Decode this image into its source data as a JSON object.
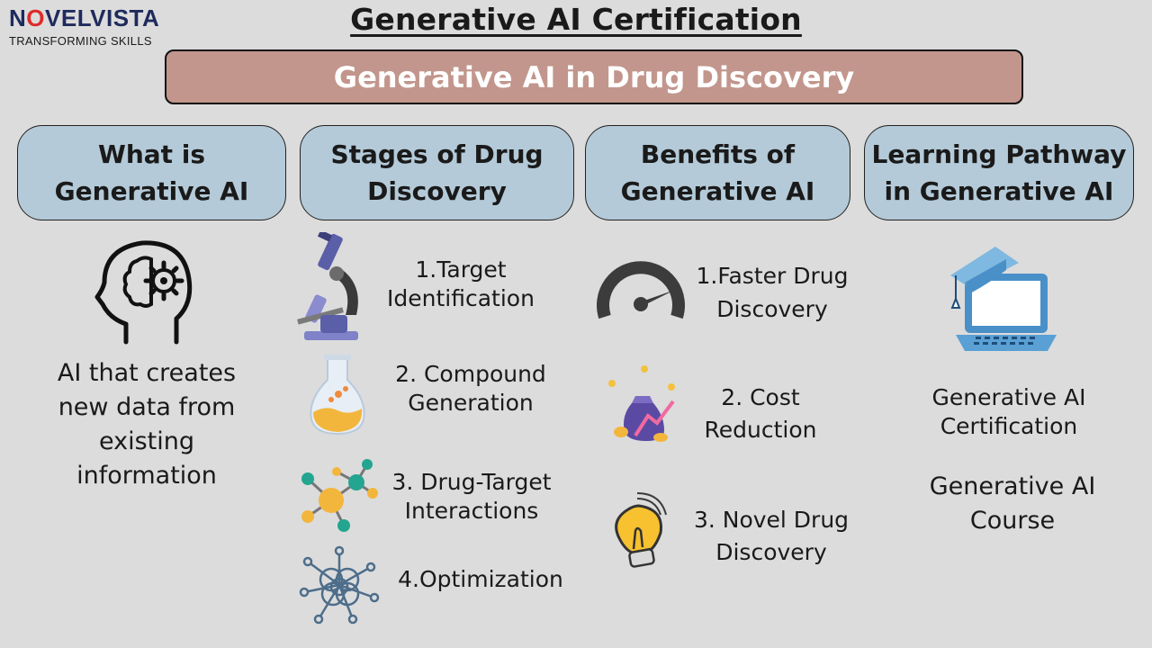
{
  "logo": {
    "brand_first": "N",
    "brand_o": "O",
    "brand_rest": "VELVISTA",
    "tagline": "TRANSFORMING SKILLS"
  },
  "title": "Generative AI Certification",
  "banner": "Generative AI in Drug Discovery",
  "columns": [
    {
      "heading": "What is Generative AI"
    },
    {
      "heading": "Stages of Drug Discovery"
    },
    {
      "heading": "Benefits of Generative AI"
    },
    {
      "heading": "Learning Pathway in Generative AI"
    }
  ],
  "what_is": {
    "icon": "brain-head-icon",
    "description": "AI that creates new data from existing information"
  },
  "stages": [
    {
      "icon": "microscope-icon",
      "label": "1.Target Identification"
    },
    {
      "icon": "flask-icon",
      "label": "2. Compound Generation"
    },
    {
      "icon": "molecule-icon",
      "label": "3. Drug-Target Interactions"
    },
    {
      "icon": "network-icon",
      "label": "4.Optimization"
    }
  ],
  "benefits": [
    {
      "icon": "speedometer-icon",
      "label": "1.Faster Drug Discovery"
    },
    {
      "icon": "money-bag-icon",
      "label": "2. Cost Reduction"
    },
    {
      "icon": "lightbulb-icon",
      "label": "3. Novel Drug Discovery"
    }
  ],
  "pathway": {
    "icon": "graduation-laptop-icon",
    "items": [
      {
        "label": "Generative AI Certification"
      },
      {
        "label": "Generative AI Course"
      }
    ]
  },
  "colors": {
    "banner": "#c2968c",
    "heading_box": "#b4cad8",
    "background": "#dcdcdc"
  }
}
